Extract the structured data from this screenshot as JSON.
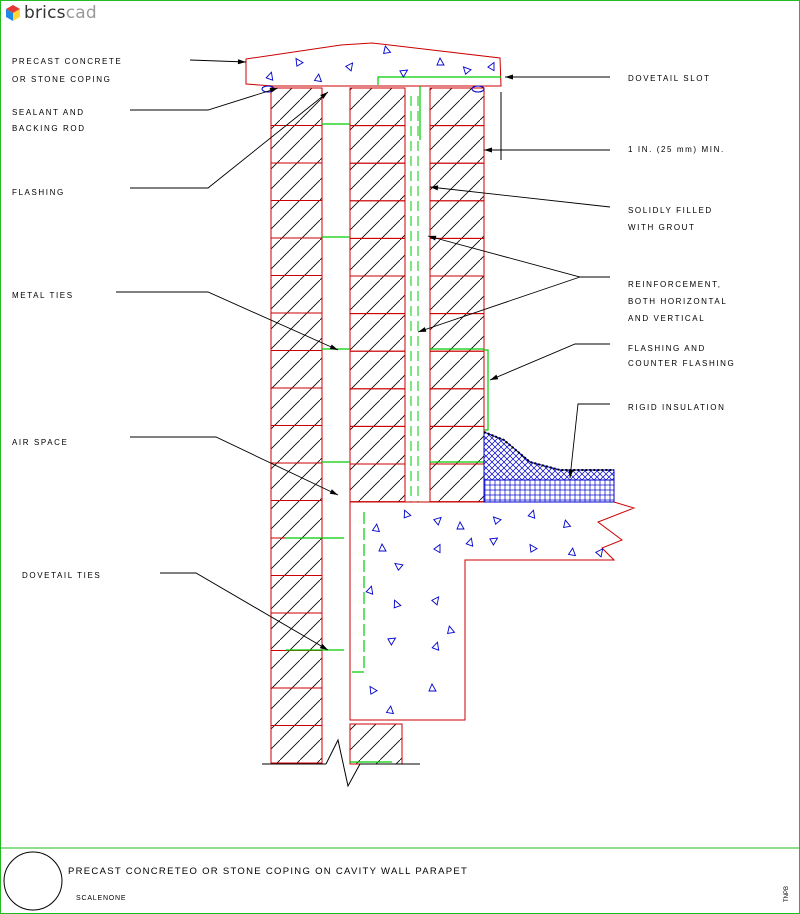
{
  "app": {
    "brand_left": "brics",
    "brand_right": "cad"
  },
  "colors": {
    "brick": "#cc0000",
    "insulation": "#0000cc",
    "green": "#00cc00",
    "border": "#22bb22",
    "ink": "#000000"
  },
  "labels": {
    "precast_1": "PRECAST CONCRETE",
    "precast_2": "OR STONE COPING",
    "sealant_1": "SEALANT AND",
    "sealant_2": "BACKING ROD",
    "flashing": "FLASHING",
    "metal_ties": "METAL TIES",
    "air_space": "AIR SPACE",
    "dovetail_ties": "DOVETAIL TIES",
    "dovetail_slot": "DOVETAIL SLOT",
    "min_1in": "1 IN. (25 mm) MIN.",
    "grout_1": "SOLIDLY FILLED",
    "grout_2": "WITH GROUT",
    "reinf_1": "REINFORCEMENT,",
    "reinf_2": "BOTH HORIZONTAL",
    "reinf_3": "AND VERTICAL",
    "counter_1": "FLASHING AND",
    "counter_2": "COUNTER FLASHING",
    "rigid": "RIGID INSULATION"
  },
  "title_block": {
    "title": "PRECAST CONCRETEO OR STONE COPING ON CAVITY WALL PARAPET",
    "scale": "SCALENONE",
    "ref": "TNPB"
  }
}
